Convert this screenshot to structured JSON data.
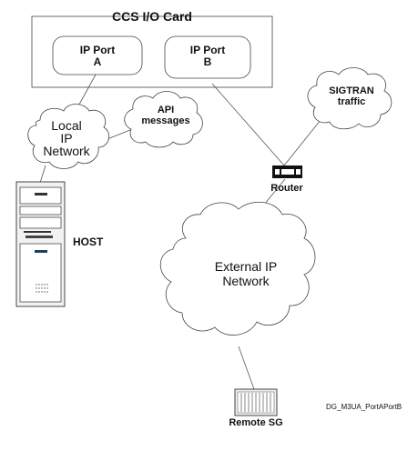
{
  "card": {
    "title": "CCS I/O Card"
  },
  "ports": [
    {
      "line1": "IP Port",
      "line2": "A"
    },
    {
      "line1": "IP Port",
      "line2": "B"
    }
  ],
  "clouds": {
    "local": {
      "line1": "Local",
      "line2": "IP",
      "line3": "Network"
    },
    "api": {
      "line1": "API",
      "line2": "messages"
    },
    "sigtran": {
      "line1": "SIGTRAN",
      "line2": "traffic"
    },
    "external": {
      "line1": "External  IP",
      "line2": "Network"
    }
  },
  "devices": {
    "router": {
      "label": "Router",
      "icon": "router-icon"
    },
    "host": {
      "label": "HOST",
      "icon": "server-tower-icon"
    },
    "remote_sg": {
      "label": "Remote SG",
      "icon": "signaling-gateway-icon"
    }
  },
  "figure_id": "DG_M3UA_PortAPortB",
  "colors": {
    "stroke": "#444444",
    "device_dark": "#111111",
    "host_fill": "#f2f2f2"
  }
}
